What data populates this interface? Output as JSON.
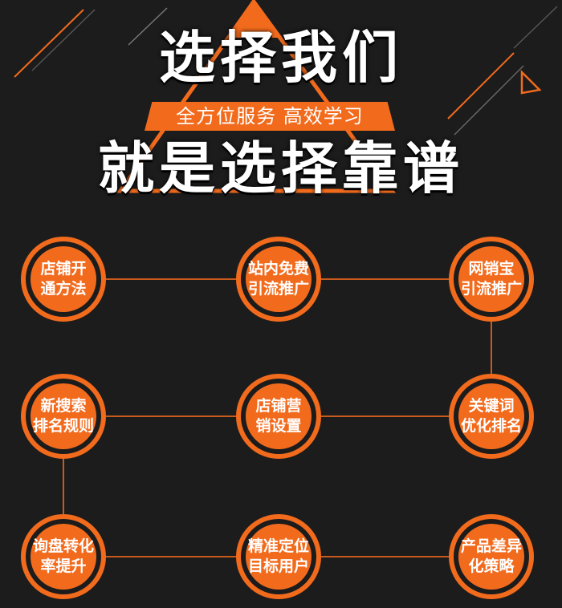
{
  "title_main": "选择我们",
  "banner_text": "全方位服务 高效学习",
  "title_sub": "就是选择靠谱",
  "colors": {
    "accent": "#f26b1d",
    "background": "#1c1c1c",
    "text": "#ffffff"
  },
  "nodes": [
    {
      "line1": "店铺开",
      "line2": "通方法"
    },
    {
      "line1": "站内免费",
      "line2": "引流推广"
    },
    {
      "line1": "网销宝",
      "line2": "引流推广"
    },
    {
      "line1": "新搜索",
      "line2": "排名规则"
    },
    {
      "line1": "店铺营",
      "line2": "销设置"
    },
    {
      "line1": "关键词",
      "line2": "优化排名"
    },
    {
      "line1": "询盘转化",
      "line2": "率提升"
    },
    {
      "line1": "精准定位",
      "line2": "目标用户"
    },
    {
      "line1": "产品差异",
      "line2": "化策略"
    }
  ]
}
